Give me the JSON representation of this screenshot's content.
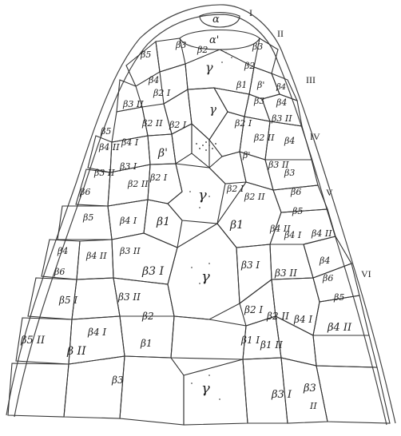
{
  "figure": {
    "roman_labels": [
      "I",
      "II",
      "III",
      "IV",
      "V",
      "VI"
    ],
    "cell_labels": {
      "alpha": "α",
      "alpha_prime": "α'",
      "gamma": "γ",
      "beta5": "β5",
      "beta4": "β4",
      "beta3": "β3",
      "beta2": "β2",
      "beta1": "β1",
      "beta_prime": "β'",
      "beta3_ii": "β3 II",
      "beta2_i": "β2 I",
      "beta2_ii": "β2 II",
      "beta4_i": "β4 I",
      "beta4_ii": "β4 II",
      "beta3_i": "β3 I",
      "beta1_i": "β1 I",
      "beta1_ii": "β1 II",
      "beta5_i": "β5 I",
      "beta5_ii": "β5 II",
      "beta6": "β6",
      "beta_ii": "β II",
      "beta3_trailing": "β3",
      "ii_mark": "II"
    }
  }
}
